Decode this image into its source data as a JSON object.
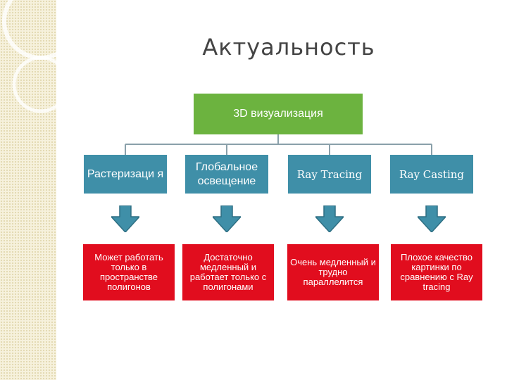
{
  "title": "Актуальность",
  "root": {
    "label": "3D визуализация"
  },
  "categories": [
    {
      "label": "Растеризаци я",
      "description": "Может работать только в пространстве полигонов"
    },
    {
      "label": "Глобальное освещение",
      "description": "Достаточно медленный и работает только с полигонами"
    },
    {
      "label": "Ray Tracing",
      "description": "Очень медленный и трудно параллелится"
    },
    {
      "label": "Ray Casting",
      "description": "Плохое качество картинки по сравнению с Ray tracing"
    }
  ],
  "colors": {
    "root": "#6cb33f",
    "category": "#3f8fa8",
    "arrow": "#3f8fa8",
    "description": "#e10d1e",
    "title": "#444444"
  },
  "icons": {
    "arrow": "down-arrow-icon"
  }
}
